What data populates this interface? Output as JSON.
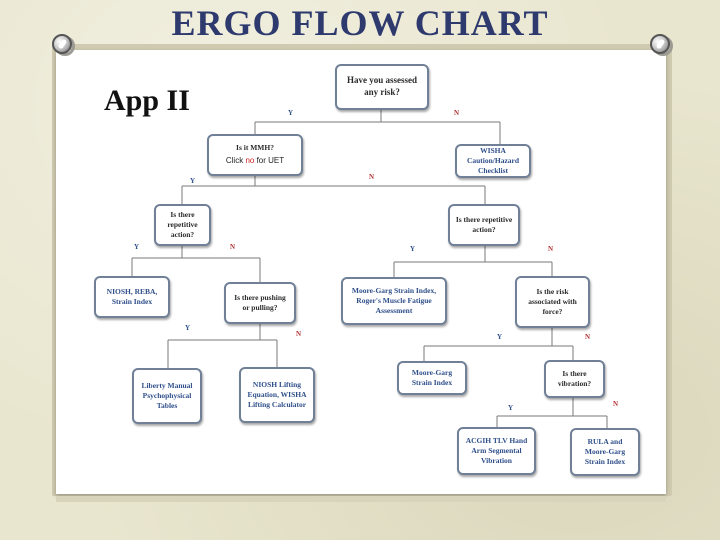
{
  "slide_title": "ERGO FLOW CHART",
  "board_subtitle": "App II",
  "nodes": {
    "assessed": "Have you assessed any risk?",
    "mmh": "Is it MMH?",
    "mmh_hint_pre": "Click ",
    "mmh_hint_no": "no",
    "mmh_hint_post": " for UET",
    "wisha": "WISHA Caution/Hazard Checklist",
    "repetitive_left": "Is there repetitive action?",
    "repetitive_right": "Is there repetitive action?",
    "niosh_reba": "NIOSH, REBA, Strain Index",
    "pushing": "Is there pushing or pulling?",
    "moore_roger": "Moore-Garg Strain Index, Roger's Muscle Fatigue Assessment",
    "risk_force": "Is the risk associated with force?",
    "liberty": "Liberty Manual Psychophysical Tables",
    "niosh_lifting": "NIOSH Lifting Equation, WISHA Lifting Calculator",
    "moore_garg": "Moore-Garg Strain Index",
    "vibration": "Is there vibration?",
    "acgih": "ACGIH TLV Hand Arm Segmental Vibration",
    "rula": "RULA and Moore-Garg Strain Index"
  },
  "labels": {
    "yes": "Y",
    "no": "N"
  },
  "colors": {
    "question_text": "#2b2b2b",
    "answer_text": "#2f4f8a",
    "yes_label": "#2f4f8a",
    "no_label": "#b03030",
    "title": "#2e3a6e"
  }
}
